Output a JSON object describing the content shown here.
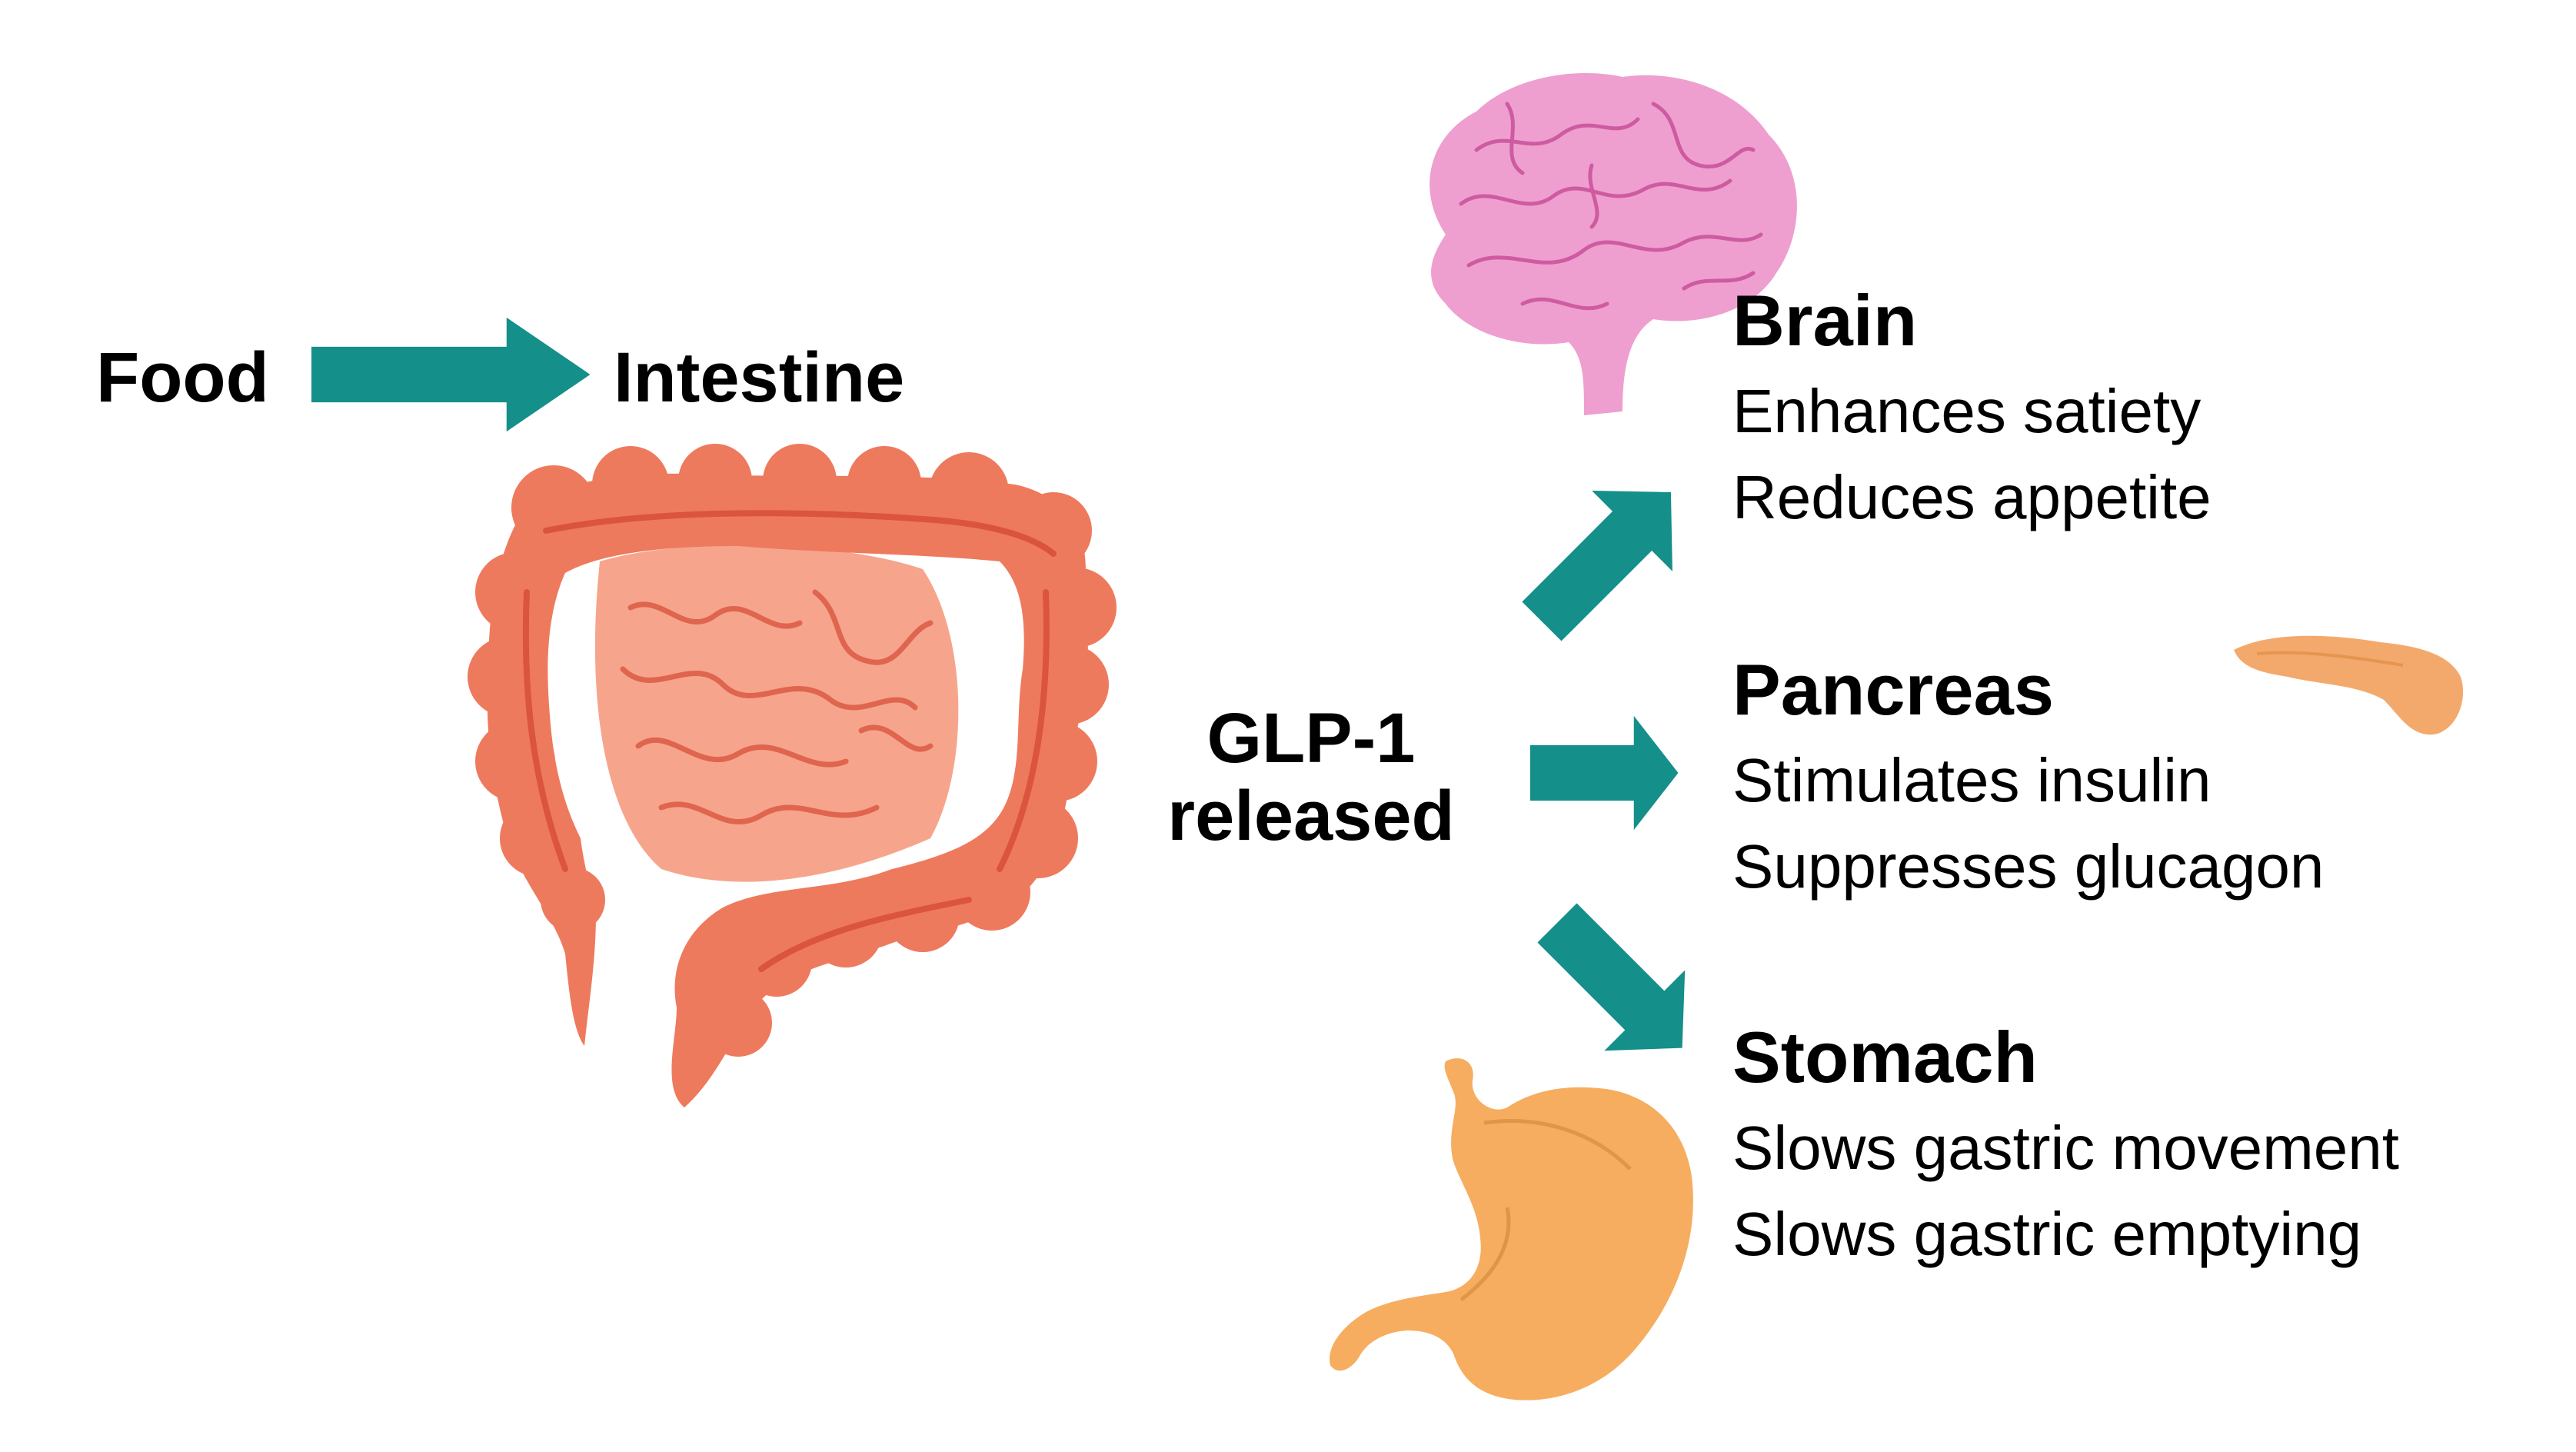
{
  "colors": {
    "arrow": "#148f8a",
    "intestine": "#ee7a5e",
    "intestine_inner": "#f6a58c",
    "intestine_line": "#d8503a",
    "brain": "#ee9fcf",
    "brain_line": "#c9509a",
    "pancreas": "#f4a96c",
    "stomach": "#f6ad5f",
    "stomach_line": "#d88a3c"
  },
  "icons": {
    "intestine": "intestine-icon",
    "brain": "brain-icon",
    "pancreas": "pancreas-icon",
    "stomach": "stomach-icon"
  },
  "flow": {
    "food": "Food",
    "intestine": "Intestine",
    "glp1_line1": "GLP-1",
    "glp1_line2": "released"
  },
  "targets": [
    {
      "organ": "Brain",
      "effects": [
        "Enhances satiety",
        "Reduces appetite"
      ]
    },
    {
      "organ": "Pancreas",
      "effects": [
        "Stimulates insulin",
        "Suppresses glucagon"
      ]
    },
    {
      "organ": "Stomach",
      "effects": [
        "Slows gastric movement",
        "Slows gastric emptying"
      ]
    }
  ]
}
